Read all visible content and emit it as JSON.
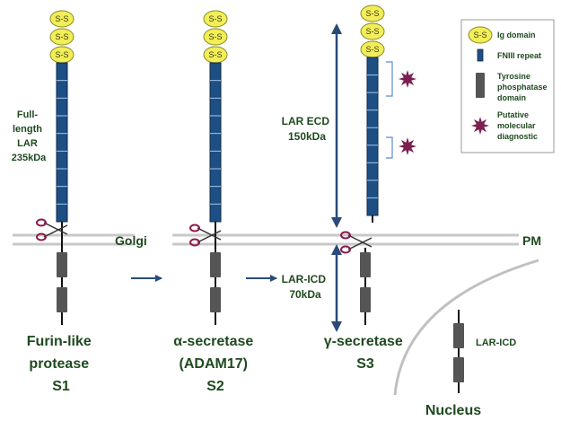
{
  "ig_domain_text": "S-S",
  "colors": {
    "ig_fill": "#f2ee5a",
    "ig_stroke": "#8a8a20",
    "fn_fill": "#1d4f84",
    "fn_stroke": "#0d2a4a",
    "fn_divider": "#a9c6e6",
    "tp_fill": "#555555",
    "membrane": "#c8c8c8",
    "arrow": "#2a4a7a",
    "star": "#7a1f4f",
    "label": "#1f4a1f",
    "scissor_handle": "#8b1a4a"
  },
  "labels": {
    "full_length": [
      "Full-",
      "length",
      "LAR",
      "235kDa"
    ],
    "golgi": "Golgi",
    "pm": "PM",
    "lar_ecd": [
      "LAR ECD",
      "150kDa"
    ],
    "lar_icd_cleaved": [
      "LAR-ICD",
      "70kDa"
    ],
    "nuclear_icd": "LAR-ICD",
    "nucleus": "Nucleus"
  },
  "stages": [
    {
      "name": [
        "Furin-like",
        "protease",
        "S1"
      ]
    },
    {
      "name": [
        "α-secretase",
        "(ADAM17)",
        "S2"
      ]
    },
    {
      "name": [
        "γ-secretase",
        "S3"
      ]
    }
  ],
  "legend": {
    "ig_domain": "Ig domain",
    "fn_repeat": "FNIII repeat",
    "tyrosine": [
      "Tyrosine",
      "phosphatase",
      "domain"
    ],
    "putative": [
      "Putative",
      "molecular",
      "diagnostic"
    ]
  },
  "icons": {
    "scissors": "scissors-icon",
    "star": "star-icon",
    "arrow": "arrow-right-icon"
  }
}
